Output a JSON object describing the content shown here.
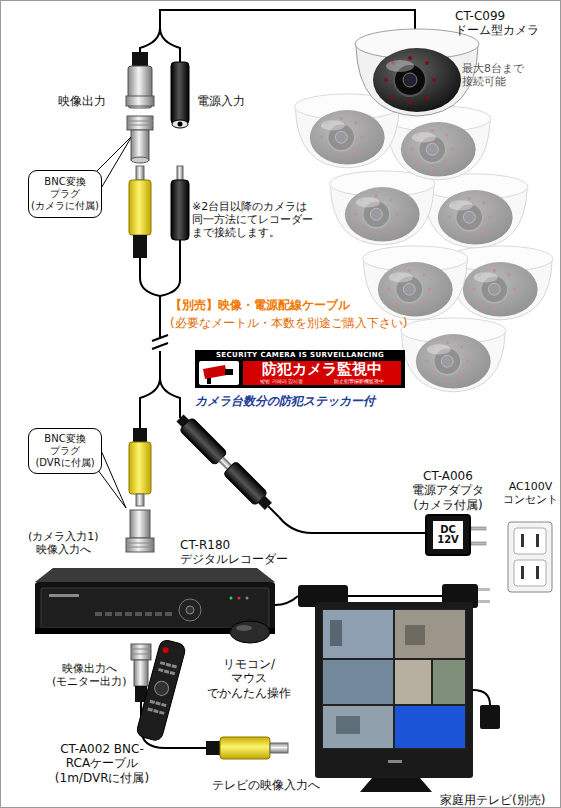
{
  "diagram": {
    "nodes": [
      {
        "text": [
          "BNC変換 プラグ (カメラに付属)"
        ]
      },
      {
        "text": [
          "SECURITY CAMERA IS SURVEILLANCING",
          "防犯カメラ監視中",
          "방범 카메라 감시중",
          "防止犯罪攝影機監視中"
        ]
      },
      {
        "text": [
          "BNC変換 プラグ (DVRに付属)"
        ]
      },
      {
        "text": [
          "CT-A006 電源アダプタ (カメラ付属)",
          "DC 12V"
        ]
      }
    ],
    "labels": [
      "CT-C099 ドーム型カメラ",
      "最大8台まで 接続可能",
      "映像出力",
      "電源入力",
      "※2台目以降のカメラは 同一方法にてレコーダー まで接続します。",
      "【別売】映像・電源配線ケーブル",
      "(必要なメートル・本数を別途ご購入下さい)",
      "カメラ台数分の防犯ステッカー付",
      "AC100V コンセント",
      "(カメラ入力1) 映像入力へ",
      "CT-R180 デジタルレコーダー",
      "映像出力へ (モニター出力)",
      "リモコン/マウス でかんたん操作",
      "CT-A002 BNC-RCAケーブル (1m/DVRに付属)",
      "テレビの映像入力へ",
      "家庭用テレビ(別売)"
    ]
  }
}
